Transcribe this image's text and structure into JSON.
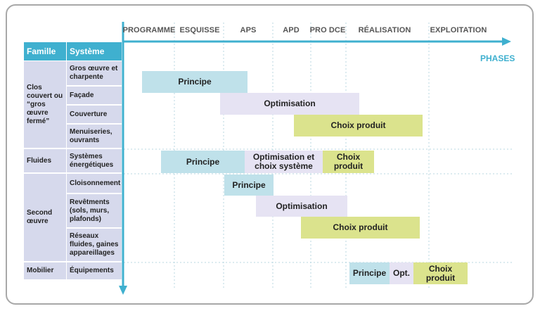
{
  "phases": [
    "PROGRAMME",
    "ESQUISSE",
    "APS",
    "APD",
    "PRO DCE",
    "RÉALISATION",
    "EXPLOITATION"
  ],
  "phases_axis_label": "PHASES",
  "table": {
    "header": {
      "famille": "Famille",
      "systeme": "Système"
    },
    "families": [
      {
        "name": "Clos couvert ou “gros œuvre fermé”",
        "systems": [
          "Gros œuvre et charpente",
          "Façade",
          "Couverture",
          "Menuiseries, ouvrants"
        ]
      },
      {
        "name": "Fluides",
        "systems": [
          "Systèmes énergétiques"
        ]
      },
      {
        "name": "Second œuvre",
        "systems": [
          "Cloisonnement",
          "Revêtments (sols, murs, plafonds)",
          "Réseaux fluides, gaines appareillages"
        ]
      },
      {
        "name": "Mobilier",
        "systems": [
          "Équipements"
        ]
      }
    ]
  },
  "bars": [
    {
      "label": "Principe",
      "color": "#bfe1ea"
    },
    {
      "label": "Optimisation",
      "color": "#e6e3f3"
    },
    {
      "label": "Choix produit",
      "color": "#dbe38d"
    },
    {
      "label": "Principe",
      "color": "#bfe1ea"
    },
    {
      "label": "Optimisation et choix système",
      "color": "#e6e3f3"
    },
    {
      "label": "Choix produit",
      "color": "#dbe38d"
    },
    {
      "label": "Principe",
      "color": "#bfe1ea"
    },
    {
      "label": "Optimisation",
      "color": "#e6e3f3"
    },
    {
      "label": "Choix produit",
      "color": "#dbe38d"
    },
    {
      "label": "Principe",
      "color": "#bfe1ea"
    },
    {
      "label": "Opt.",
      "color": "#e6e3f3"
    },
    {
      "label": "Choix produit",
      "color": "#dbe38d"
    }
  ],
  "colors": {
    "accent": "#3fb0cf",
    "table_cell": "#d6d9ec",
    "frame": "#a8a8a8"
  }
}
